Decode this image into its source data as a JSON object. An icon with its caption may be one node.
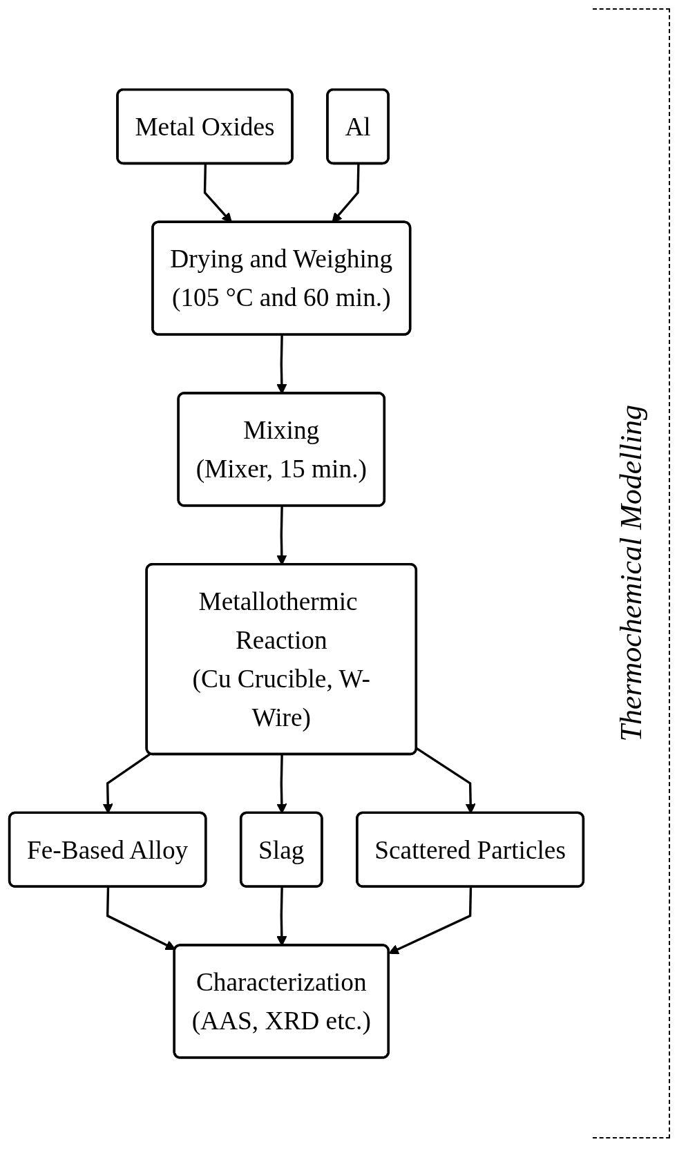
{
  "diagram": {
    "nodes": [
      {
        "text": [
          "Metal Oxides"
        ]
      },
      {
        "text": [
          "Al"
        ]
      },
      {
        "text": [
          "Drying and Weighing",
          "(105 °C and 60 min.)"
        ]
      },
      {
        "text": [
          "Mixing",
          "(Mixer, 15 min.)"
        ]
      },
      {
        "text": [
          "Metallothermic Reaction",
          "(Cu Crucible, W-Wire)"
        ]
      },
      {
        "text": [
          "Fe-Based Alloy"
        ]
      },
      {
        "text": [
          "Slag"
        ]
      },
      {
        "text": [
          "Scattered Particles"
        ]
      },
      {
        "text": [
          "Characterization",
          "(AAS, XRD etc.)"
        ]
      }
    ],
    "edges": [
      {
        "from": 0,
        "to": 2,
        "arrow": "to"
      },
      {
        "from": 1,
        "to": 2,
        "arrow": "to"
      },
      {
        "from": 2,
        "to": 3,
        "arrow": "to"
      },
      {
        "from": 3,
        "to": 4,
        "arrow": "to"
      },
      {
        "from": 4,
        "to": 5,
        "arrow": "to"
      },
      {
        "from": 4,
        "to": 6,
        "arrow": "to"
      },
      {
        "from": 4,
        "to": 7,
        "arrow": "to"
      },
      {
        "from": 5,
        "to": 8,
        "arrow": "to"
      },
      {
        "from": 6,
        "to": 8,
        "arrow": "to"
      },
      {
        "from": 7,
        "to": 8,
        "arrow": "to"
      }
    ],
    "labels": [
      "Thermochemical Modelling"
    ]
  }
}
